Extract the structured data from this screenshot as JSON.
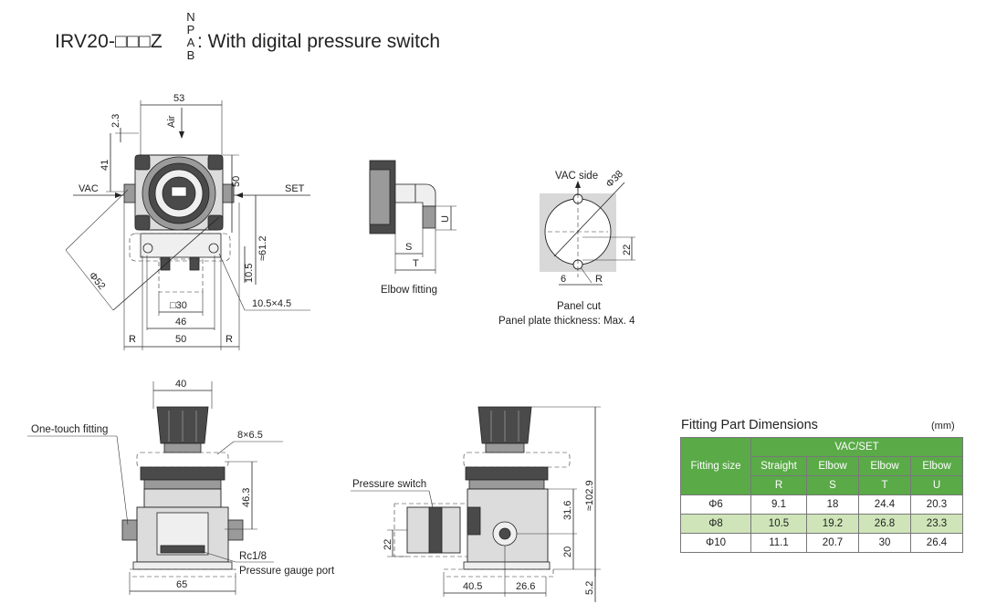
{
  "header": {
    "model_prefix": "IRV20-□□□Z",
    "suffix_options": [
      "N",
      "P",
      "A",
      "B"
    ],
    "description": ": With digital pressure switch"
  },
  "top_view": {
    "dims": {
      "d53": "53",
      "d2_3": "2.3",
      "d41": "41",
      "d50v": "50",
      "d61_2": "≈61.2",
      "d10_5": "10.5",
      "dia52": "Φ52",
      "sq30": "□30",
      "d46": "46",
      "d50h": "50",
      "r_left": "R",
      "r_right": "R",
      "slot": "10.5×4.5"
    },
    "labels": {
      "air": "Air",
      "vac": "VAC",
      "set": "SET"
    }
  },
  "elbow": {
    "caption": "Elbow fitting",
    "dims": {
      "u": "U",
      "s": "S",
      "t": "T"
    }
  },
  "panel_cut": {
    "vac_side": "VAC side",
    "dia38": "Φ38",
    "d22": "22",
    "d6": "6",
    "r": "R",
    "caption": "Panel cut",
    "note": "Panel plate thickness: Max. 4"
  },
  "front_view": {
    "labels": {
      "one_touch": "One-touch fitting",
      "rc": "Rc1/8",
      "gauge_port": "Pressure gauge port"
    },
    "dims": {
      "d40": "40",
      "d8x6_5": "8×6.5",
      "d46_3": "46.3",
      "d65": "65"
    }
  },
  "side_view": {
    "labels": {
      "pressure_switch": "Pressure switch"
    },
    "dims": {
      "d102_9": "≈102.9",
      "d31_6": "31.6",
      "d20": "20",
      "d22": "22",
      "d40_5": "40.5",
      "d26_6": "26.6",
      "d5_2": "5.2"
    }
  },
  "fitting_table": {
    "title": "Fitting Part Dimensions",
    "unit": "(mm)",
    "group_header": "VAC/SET",
    "row_header": "Fitting size",
    "types": [
      "Straight",
      "Elbow",
      "Elbow",
      "Elbow"
    ],
    "letters": [
      "R",
      "S",
      "T",
      "U"
    ],
    "rows": [
      {
        "size": "Φ6",
        "values": [
          "9.1",
          "18",
          "24.4",
          "20.3"
        ]
      },
      {
        "size": "Φ8",
        "values": [
          "10.5",
          "19.2",
          "26.8",
          "23.3"
        ]
      },
      {
        "size": "Φ10",
        "values": [
          "11.1",
          "20.7",
          "30",
          "26.4"
        ]
      }
    ],
    "header_color": "#5aaa48",
    "highlight_color": "#cfe5b9"
  }
}
